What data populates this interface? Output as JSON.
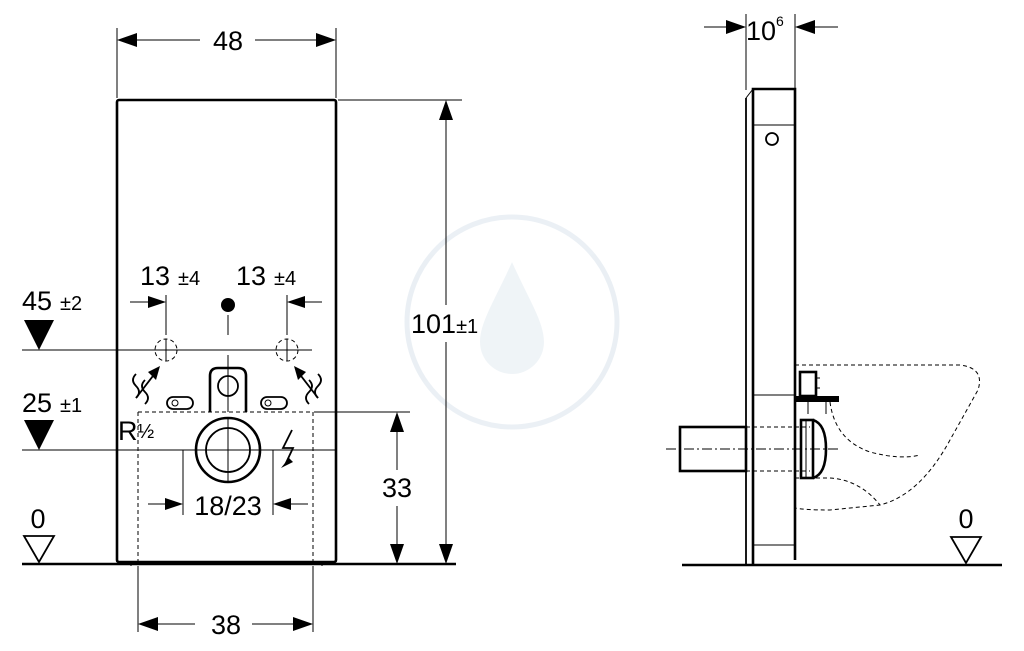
{
  "front_view": {
    "width_top": "48",
    "width_bottom": "38",
    "height_total_value": "101",
    "height_total_tol": "±1",
    "height_pipe": "33",
    "spacing_left_value": "13",
    "spacing_left_tol": "±4",
    "spacing_right_value": "13",
    "spacing_right_tol": "±4",
    "level_upper_value": "45",
    "level_upper_tol": "±2",
    "level_lower_value": "25",
    "level_lower_tol": "±1",
    "thread_label": "R",
    "thread_fraction": "½",
    "drain_diameter": "18/23",
    "floor_level": "0"
  },
  "side_view": {
    "depth_value": "10",
    "depth_sup": "6",
    "floor_level": "0"
  },
  "colors": {
    "line": "#000000",
    "watermark": "#dde6ee"
  },
  "icons": [
    "electric-supply-icon",
    "water-inlet-arrow-icon",
    "level-triangle-icon",
    "floor-level-icon",
    "watermark-logo-icon"
  ]
}
